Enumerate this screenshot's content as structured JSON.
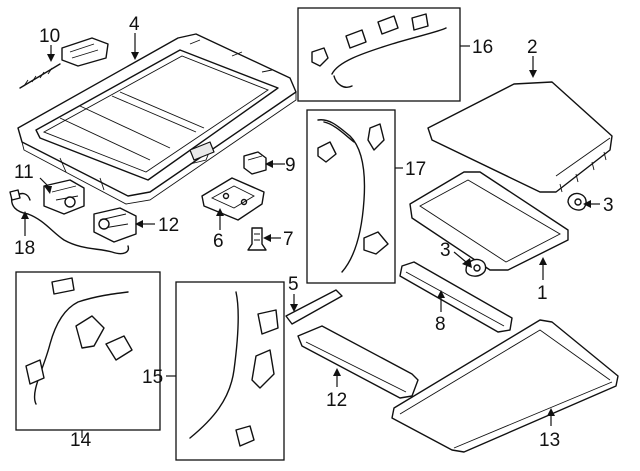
{
  "diagram": {
    "callouts": [
      {
        "id": "c1",
        "label": "1"
      },
      {
        "id": "c2",
        "label": "2"
      },
      {
        "id": "c3a",
        "label": "3"
      },
      {
        "id": "c3b",
        "label": "3"
      },
      {
        "id": "c4",
        "label": "4"
      },
      {
        "id": "c5",
        "label": "5"
      },
      {
        "id": "c6",
        "label": "6"
      },
      {
        "id": "c7",
        "label": "7"
      },
      {
        "id": "c8",
        "label": "8"
      },
      {
        "id": "c9",
        "label": "9"
      },
      {
        "id": "c10",
        "label": "10"
      },
      {
        "id": "c11",
        "label": "11"
      },
      {
        "id": "c12a",
        "label": "12"
      },
      {
        "id": "c12b",
        "label": "12"
      },
      {
        "id": "c13",
        "label": "13"
      },
      {
        "id": "c14",
        "label": "14"
      },
      {
        "id": "c15",
        "label": "15"
      },
      {
        "id": "c16",
        "label": "16"
      },
      {
        "id": "c17",
        "label": "17"
      },
      {
        "id": "c18",
        "label": "18"
      }
    ]
  }
}
